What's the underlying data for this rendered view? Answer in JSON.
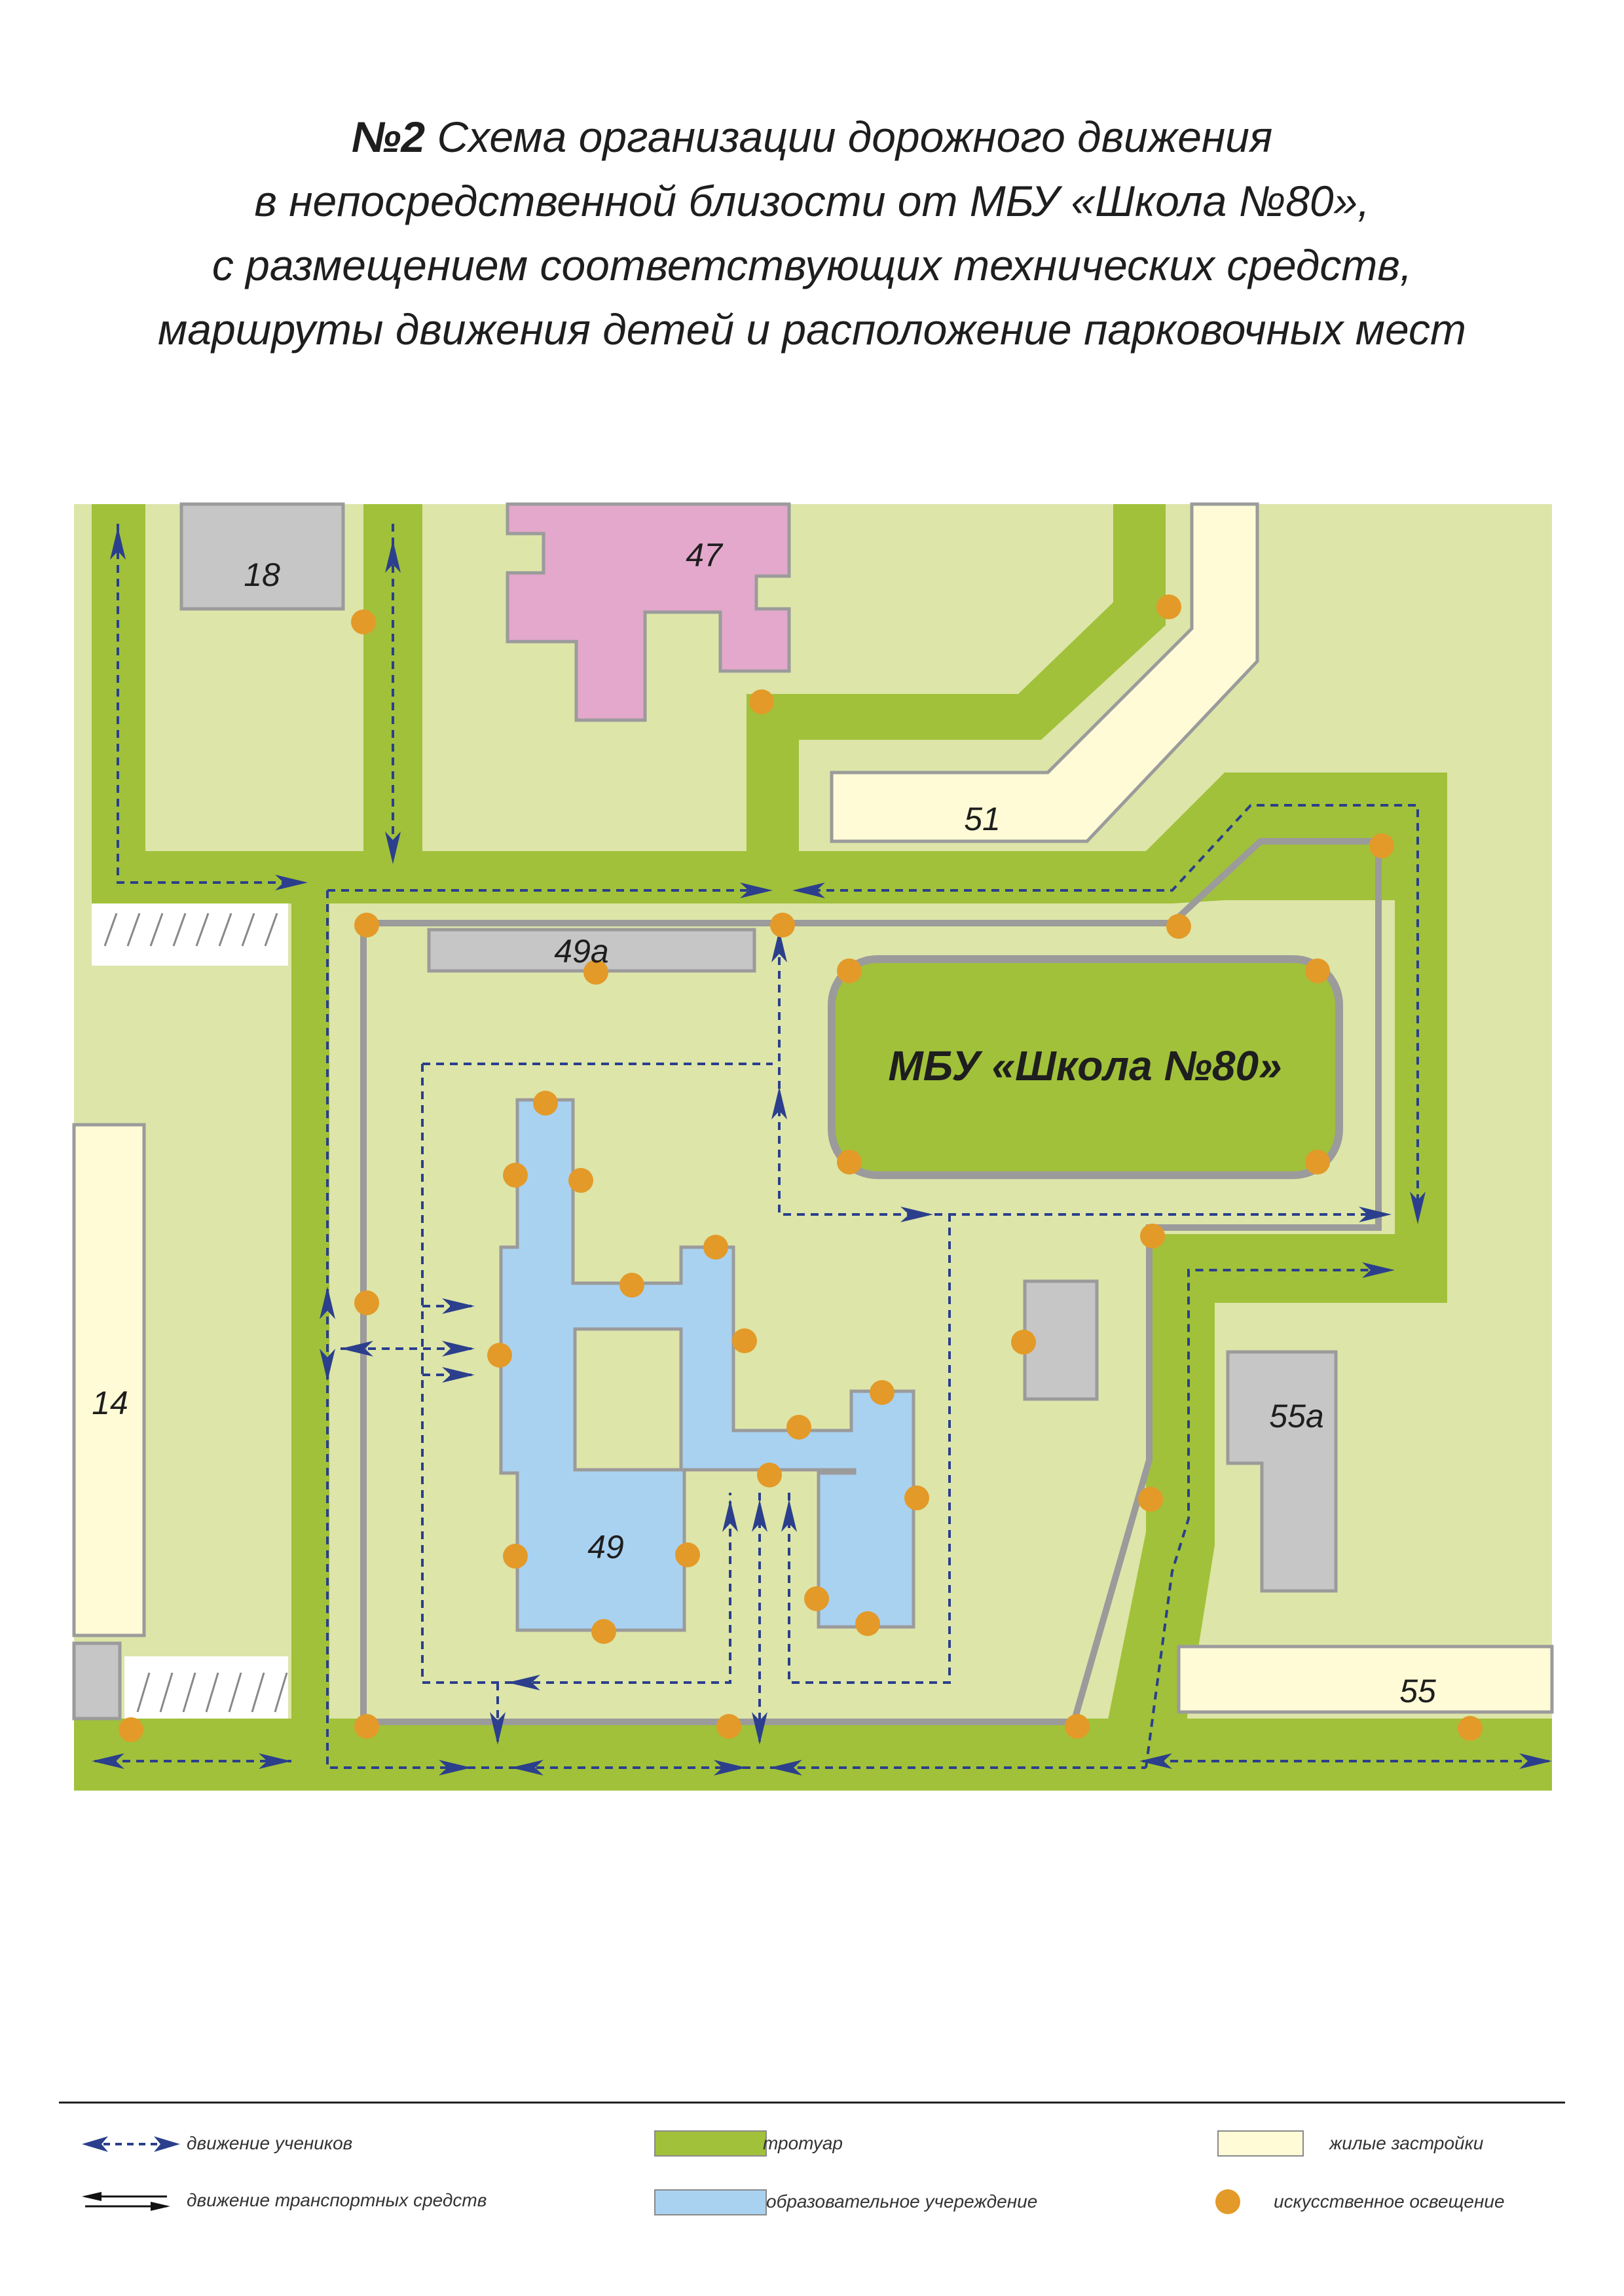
{
  "title": {
    "number": "№2",
    "line1_rest": " Схема организации дорожного движения",
    "line2": "в непосредственной близости от МБУ «Школа №80»,",
    "line3": "с размещением соответствующих технических средств,",
    "line4": "маршруты движения детей и расположение парковочных мест"
  },
  "buildings": {
    "b18": "18",
    "b47": "47",
    "b51": "51",
    "b49a": "49а",
    "school": "МБУ «Школа №80»",
    "b14": "14",
    "b49": "49",
    "b55a": "55а",
    "b55": "55"
  },
  "colors": {
    "ground": "#dde5a9",
    "sidewalk": "#a1c13a",
    "residential": "#fffbd6",
    "education": "#a9d2f1",
    "other_building": "#c6c6c6",
    "building_47": "#e3a8cb",
    "border": "#9b9b9b",
    "lamp": "#e39a28",
    "route": "#2b3f8c"
  },
  "legend": {
    "student_route": "движение учеников",
    "vehicle_route": "движение транспортных средств",
    "sidewalk": "тротуар",
    "education": "образовательное учереждение",
    "residential": "жилые застройки",
    "lighting": "искусственное освещение"
  }
}
